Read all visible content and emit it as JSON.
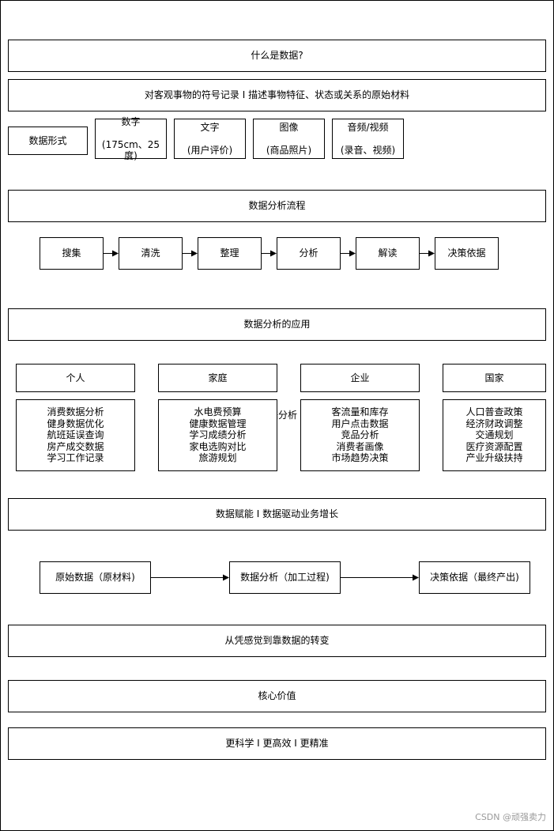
{
  "what_is_data": "什么是数据?",
  "definition": "对客观事物的符号记录 I 描述事物特征、状态或关系的原始材料",
  "forms": {
    "label": "数据形式",
    "items": [
      {
        "title": "数字",
        "example": "(175cm、25度)"
      },
      {
        "title": "文字",
        "example": "(用户评价)"
      },
      {
        "title": "图像",
        "example": "(商品照片)"
      },
      {
        "title": "音频/视频",
        "example": "(录音、视频)"
      }
    ]
  },
  "process": {
    "title": "数据分析流程",
    "steps": [
      "搜集",
      "清洗",
      "整理",
      "分析",
      "解读",
      "决策依据"
    ]
  },
  "applications": {
    "title": "数据分析的应用",
    "overlap_text": "据分析",
    "columns": [
      {
        "name": "个人",
        "items": "消费数据分析\n健身数据优化\n航班延误查询\n房产成交数据\n学习工作记录"
      },
      {
        "name": "家庭",
        "items": "水电费预算\n健康数据管理\n学习成绩分析\n家电选购对比\n旅游规划"
      },
      {
        "name": "企业",
        "items": "客流量和库存\n用户点击数据\n竞品分析\n消费者画像\n市场趋势决策"
      },
      {
        "name": "国家",
        "items": "人口普查政策\n经济财政调整\n交通规划\n医疗资源配置\n产业升级扶持"
      }
    ]
  },
  "empowerment": "数据赋能 I 数据驱动业务增长",
  "pipeline": [
    "原始数据（原材料)",
    "数据分析（加工过程)",
    "决策依据（最终产出)"
  ],
  "shift": "从凭感觉到靠数据的转变",
  "core_value": "核心价值",
  "values": "更科学 I 更高效 I 更精准",
  "watermark": "CSDN @顽强卖力"
}
